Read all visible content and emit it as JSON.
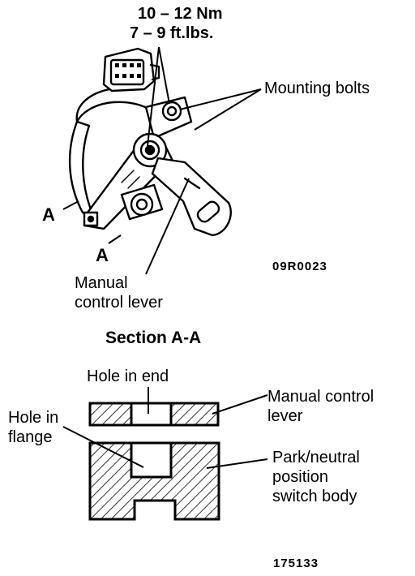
{
  "torque": {
    "line1": "10 – 12 Nm",
    "line2": "7 – 9 ft.lbs."
  },
  "labels": {
    "mounting_bolts": "Mounting bolts",
    "section_mark_a_top": "A",
    "section_mark_a_bottom": "A",
    "lever_line1": "Manual",
    "lever_line2": "control lever",
    "figure_code_top": "09R0023"
  },
  "section": {
    "title": "Section A-A",
    "hole_in_end": "Hole in end",
    "hole_in_flange_line1": "Hole in",
    "hole_in_flange_line2": "flange",
    "manual_control_line1": "Manual control",
    "manual_control_line2": "lever",
    "switch_line1": "Park/neutral",
    "switch_line2": "position",
    "switch_line3": "switch body"
  },
  "figure_code_bottom": "175133"
}
